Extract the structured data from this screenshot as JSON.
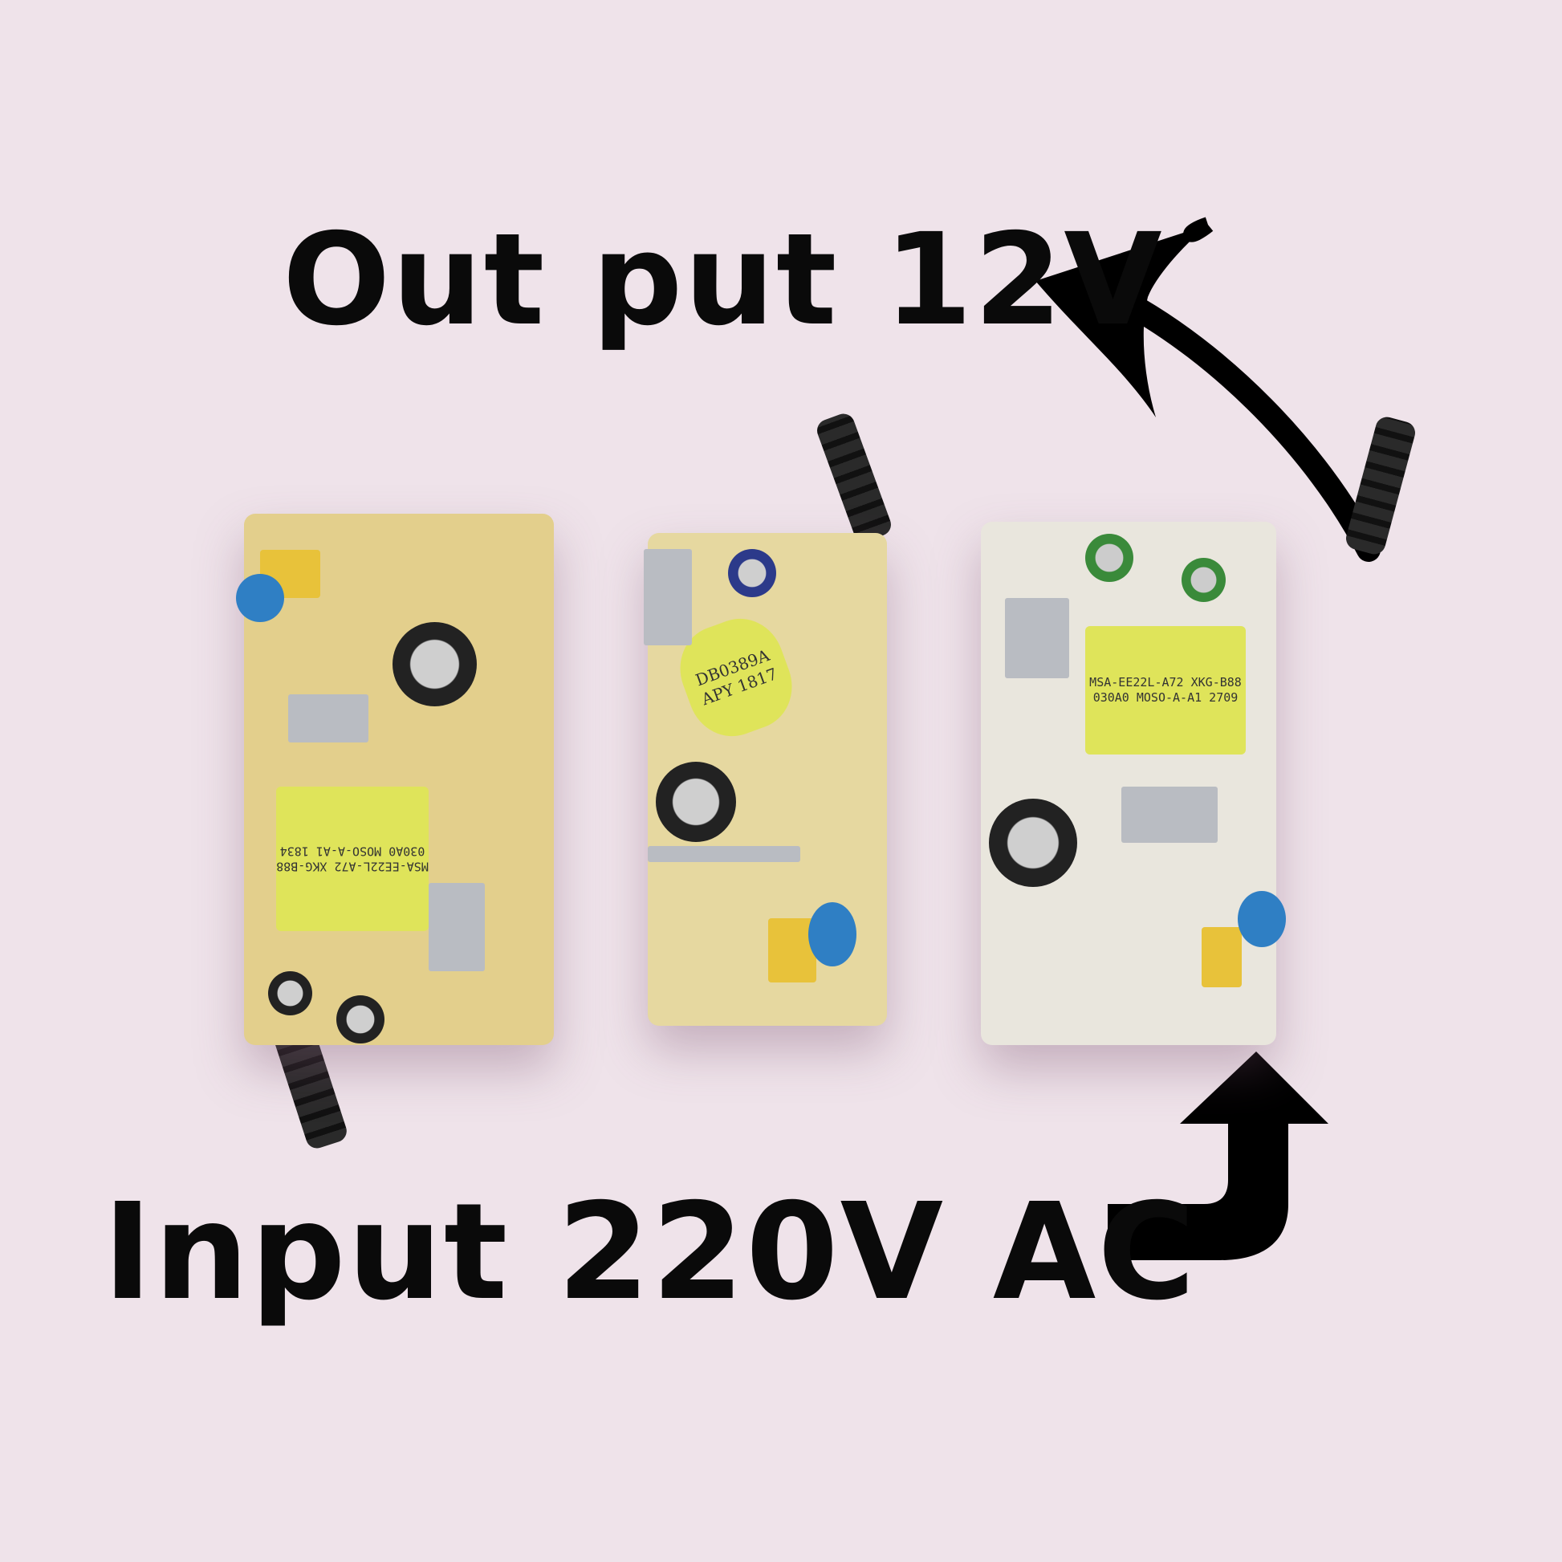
{
  "labels": {
    "output": "Out put 12V",
    "input": "Input 220V AC"
  },
  "board_markings": {
    "left_transformer": "MSA-EE22L-A72 XKG-B88 030A0 MOSO-A-A1 1834",
    "middle_transformer": "DB0389A APY 1817",
    "right_transformer": "MSA-EE22L-A72 XKG-B88 030A0 MOSO-A-A1 2709"
  },
  "colors": {
    "background": "#efe3ea",
    "text": "#0a0a0a"
  }
}
